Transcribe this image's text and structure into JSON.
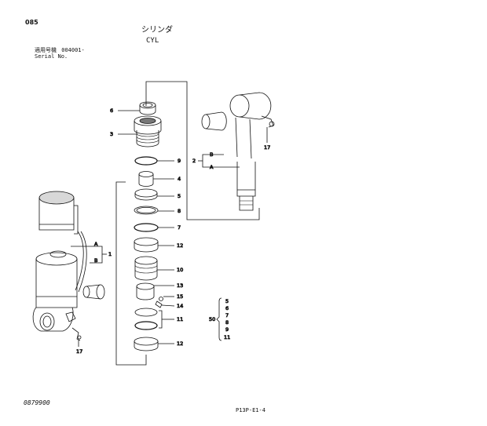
{
  "header": {
    "page_number": "085",
    "title_jp": "シリンダ",
    "title_en": "CYL",
    "applicable_label": "適用号機",
    "applicable_value": "004001-",
    "serial_label": "Serial No."
  },
  "callouts": {
    "c1": "1",
    "c2": "2",
    "c3": "3",
    "c4": "4",
    "c5": "5",
    "c6": "6",
    "c7": "7",
    "c8": "8",
    "c9": "9",
    "c10": "10",
    "c11": "11",
    "c12a": "12",
    "c12b": "12",
    "c13": "13",
    "c14": "14",
    "c15": "15",
    "c17a": "17",
    "c17b": "17",
    "a_left": "A",
    "b_left": "B",
    "a_right": "A",
    "b_right": "B"
  },
  "kit": {
    "number": "50",
    "items": [
      "5",
      "6",
      "7",
      "8",
      "9",
      "11"
    ]
  },
  "footer": {
    "drawing_number": "0879900",
    "page_code": "P13P-E1-4"
  }
}
